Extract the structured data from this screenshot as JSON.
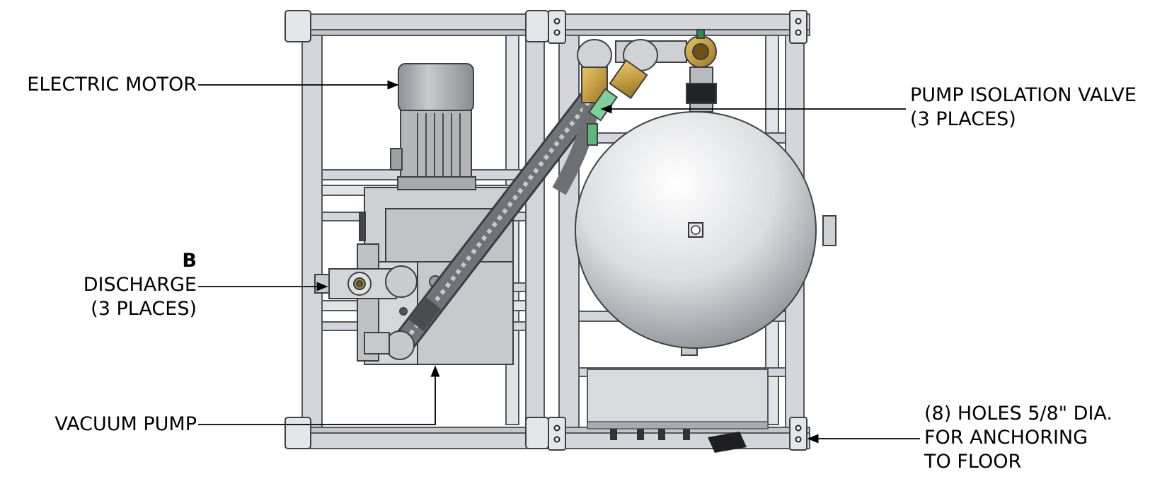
{
  "labels": {
    "electric_motor": "ELECTRIC MOTOR",
    "pump_isolation_valve": [
      "PUMP ISOLATION VALVE",
      "(3 PLACES)"
    ],
    "discharge_marker": "B",
    "discharge": [
      "DISCHARGE",
      "(3 PLACES)"
    ],
    "vacuum_pump": "VACUUM PUMP",
    "holes": [
      "(8) HOLES 5/8\" DIA.",
      "FOR ANCHORING",
      "TO FLOOR"
    ]
  },
  "colors": {
    "frame": "#d4d6dc",
    "frame_stroke": "#55575c",
    "tank": "#d9dadd",
    "brass": "#c9a23a",
    "green_tape": "#7fd19a",
    "leader": "#000000"
  }
}
